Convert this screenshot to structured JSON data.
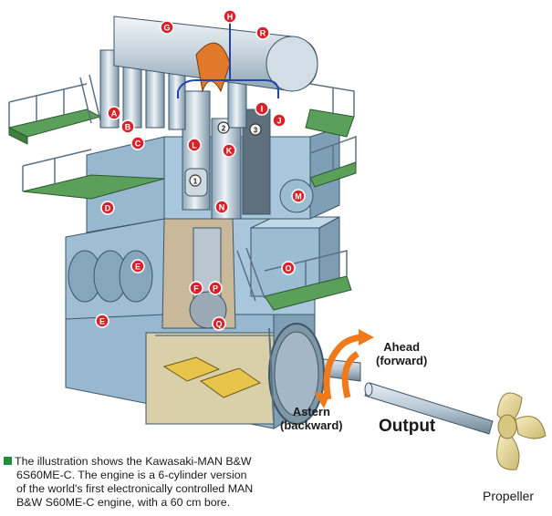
{
  "labels": {
    "ahead": "Ahead",
    "ahead_sub": "(forward)",
    "astern": "Astern",
    "astern_sub": "(backward)",
    "output": "Output",
    "propeller": "Propeller"
  },
  "caption_lines": [
    "The illustration shows the Kawasaki-MAN B&W",
    "6S60ME-C. The engine is a 6-cylinder version",
    "of the world's first electronically controlled MAN",
    "B&W S60ME-C engine, with a 60 cm bore."
  ],
  "markers": {
    "A": "A",
    "B": "B",
    "C": "C",
    "D": "D",
    "E1": "E",
    "E2": "E",
    "F": "F",
    "G": "G",
    "H": "H",
    "I": "I",
    "J": "J",
    "K": "K",
    "L": "L",
    "M": "M",
    "N": "N",
    "O": "O",
    "P": "P",
    "Q": "Q",
    "R": "R",
    "n1": "1",
    "n2": "2",
    "n3": "3"
  },
  "colors": {
    "engine_body": "#a9c7dc",
    "engine_dark": "#7f9fb6",
    "platform": "#5aa05a",
    "marker": "#d8222a",
    "arrow": "#f07a1a",
    "propeller": "#e8dca0",
    "caption_square": "#1f8f3a"
  }
}
